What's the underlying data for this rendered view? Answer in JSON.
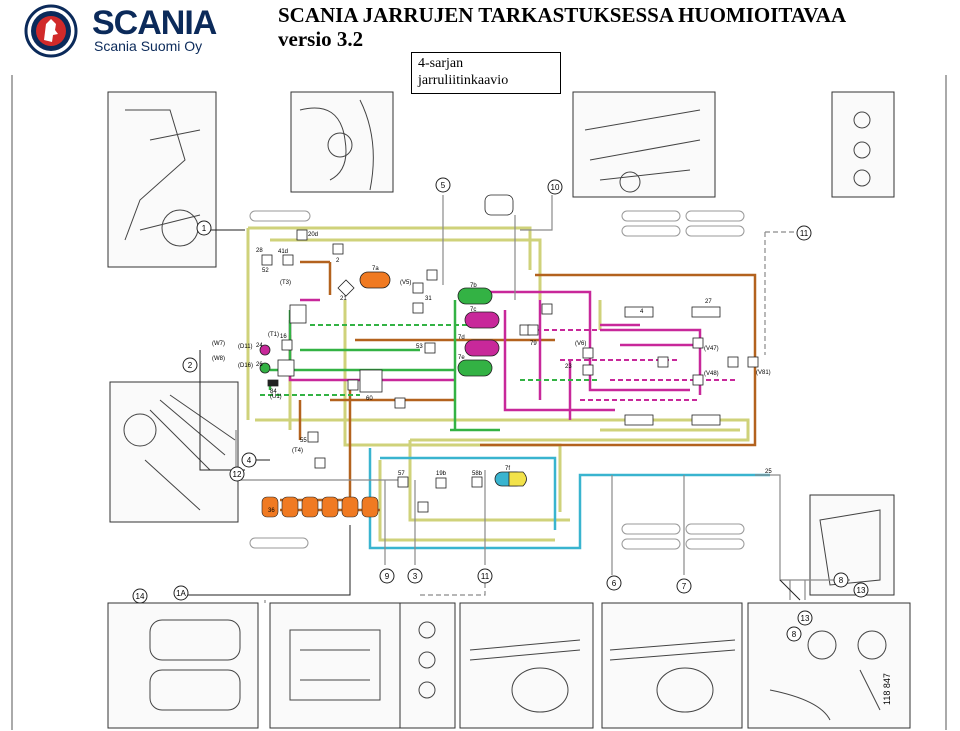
{
  "brand": {
    "logo_icon": "scania-griffin-icon",
    "name": "SCANIA",
    "subtitle": "Scania Suomi Oy",
    "color": "#0b2a5a"
  },
  "document": {
    "title": "SCANIA JARRUJEN TARKASTUKSESSA HUOMIOITAVAA",
    "version": "versio 3.2"
  },
  "caption": {
    "line1": "4-sarjan",
    "line2": "jarruliitinkaavio"
  },
  "callouts": {
    "c1": "1",
    "c1a": "1A",
    "c2": "2",
    "c3": "3",
    "c4": "4",
    "c5": "5",
    "c6": "6",
    "c7": "7",
    "c8": "8",
    "c8b": "8",
    "c9": "9",
    "c10": "10",
    "c11": "11",
    "c11b": "11",
    "c12": "12",
    "c13": "13",
    "c13b": "13",
    "c14": "14"
  },
  "tank_labels": {
    "t1": "7a",
    "t2": "7b",
    "t3": "7c",
    "t4": "7d",
    "t5": "7e",
    "t6": "7f"
  },
  "component_labels": {
    "l20d": "20d",
    "l28": "28",
    "l52": "52",
    "l41d": "41d",
    "l16": "16",
    "l55": "55",
    "l4": "4",
    "l27": "27",
    "l31": "31",
    "l53": "53",
    "l23": "23",
    "l25": "25",
    "l79": "79",
    "l60": "60",
    "l36": "36",
    "l57": "57",
    "l58b": "58b",
    "l19b": "19b",
    "l24": "24",
    "l26": "26",
    "l84": "84",
    "l2": "2",
    "l21": "21"
  },
  "side_labels": {
    "w7": "(W7)",
    "w8": "(W8)",
    "d11": "(D11)",
    "d16": "(D16)",
    "t1": "(T1)",
    "t4": "(T4)",
    "t3": "(T3)",
    "v5": "(V5)",
    "v6": "(V6)",
    "v47": "(V47)",
    "v48": "(V48)",
    "v81": "(V81)",
    "u1": "(U1)"
  },
  "drawing_number": "118 847",
  "colors": {
    "yellow": "#cfd27a",
    "brown": "#b3621e",
    "magenta": "#c8289a",
    "green": "#33b244",
    "cyan": "#39b4cf",
    "orange": "#f07a22",
    "red": "#d12a2a",
    "gray": "#8a8a8a",
    "khaki": "#a39654"
  }
}
